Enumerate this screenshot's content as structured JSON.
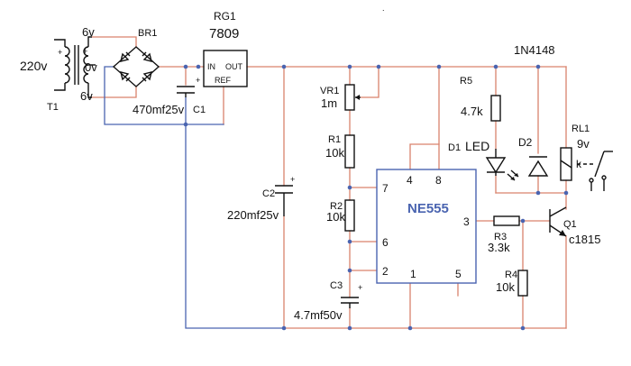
{
  "colors": {
    "wire": "#d9826c",
    "ground": "#4a64b0",
    "component": "#111111",
    "chip_fill": "#ffffff",
    "chip_border": "#4a64b0",
    "chip_text": "#4a64b0",
    "junction": "#4a64b0"
  },
  "labels": {
    "input_voltage": "220v",
    "transformer_name": "T1",
    "sec_top": "6v",
    "sec_mid": "0v",
    "sec_bot": "6v",
    "bridge": "BR1",
    "reg_name": "RG1",
    "reg_type": "7809",
    "reg_in": "IN",
    "reg_out": "OUT",
    "reg_ref": "REF",
    "c1_value": "470mf25v",
    "c1_name": "C1",
    "c2_name": "C2",
    "c2_value": "220mf25v",
    "vr1_name": "VR1",
    "vr1_value": "1m",
    "r1_name": "R1",
    "r1_value": "10k",
    "r2_name": "R2",
    "r2_value": "10k",
    "c3_name": "C3",
    "c3_value": "4.7mf50v",
    "chip_name": "NE555",
    "pin1": "1",
    "pin2": "2",
    "pin3": "3",
    "pin4": "4",
    "pin5": "5",
    "pin6": "6",
    "pin7": "7",
    "pin8": "8",
    "r5_name": "R5",
    "r5_value": "4.7k",
    "d1_name": "D1",
    "led": "LED",
    "d2_name": "D2",
    "diode_type": "1N4148",
    "relay_name": "RL1",
    "relay_voltage": "9v",
    "relay_k": "k",
    "r3_name": "R3",
    "r3_value": "3.3k",
    "q1_name": "Q1",
    "q1_type": "c1815",
    "r4_name": "R4",
    "r4_value": "10k",
    "plus": "+",
    "dot_mark": "."
  }
}
